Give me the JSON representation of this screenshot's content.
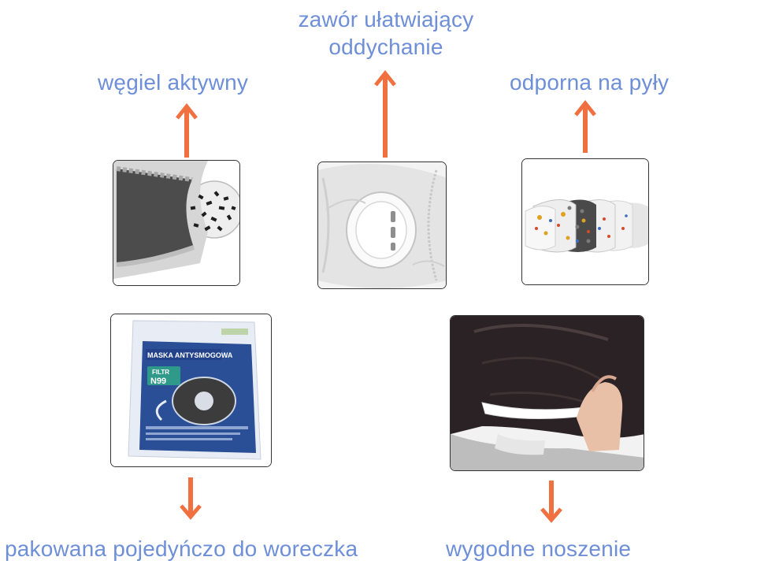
{
  "features": {
    "carbon": {
      "label": "węgiel aktywny",
      "icon": "activated-carbon-filter-image"
    },
    "valve": {
      "label_line1": "zawór ułatwiający",
      "label_line2": "oddychanie",
      "icon": "exhalation-valve-image"
    },
    "dust": {
      "label": "odporna na pyły",
      "icon": "filter-layers-image"
    },
    "package": {
      "label": "pakowana pojedyńczo do woreczka",
      "icon": "sealed-package-image",
      "package_title": "MASKA ANTYSMOGOWA",
      "package_badge_line1": "FILTR",
      "package_badge_line2": "N99"
    },
    "comfort": {
      "label": "wygodne noszenie",
      "icon": "ear-loop-wearing-photo"
    }
  },
  "colors": {
    "label": "#6e8fd8",
    "arrow": "#f07040",
    "card_border": "#333333"
  }
}
